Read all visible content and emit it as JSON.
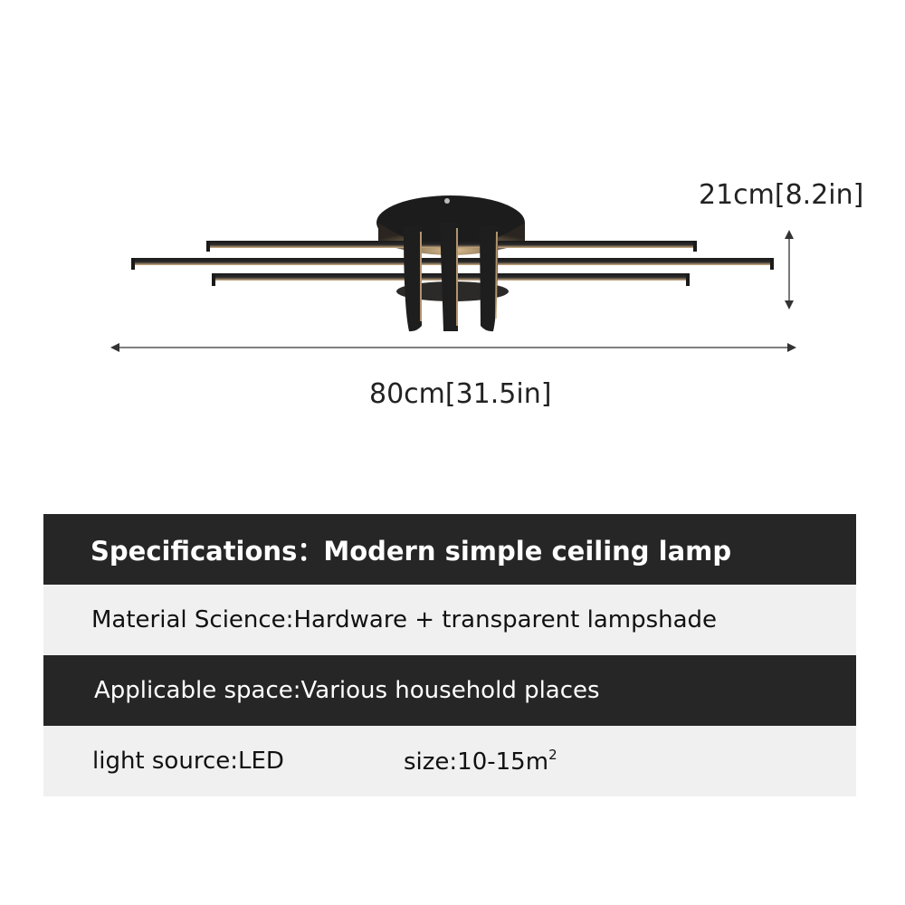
{
  "dimensions": {
    "height_label": "21cm[8.2in]",
    "width_label": "80cm[31.5in]"
  },
  "specs": {
    "header": "Specifications：Modern simple ceiling lamp",
    "material": "Material Science:Hardware + transparent lampshade",
    "space": "Applicable space:Various household places",
    "light_source": "light source:LED",
    "size_prefix": "size:10-15m",
    "size_exponent": "2"
  },
  "colors": {
    "lamp_frame": "#1e1e1e",
    "lamp_glow": "#cfae7c",
    "dark_row": "#262626",
    "light_row": "#f1f0f0"
  }
}
